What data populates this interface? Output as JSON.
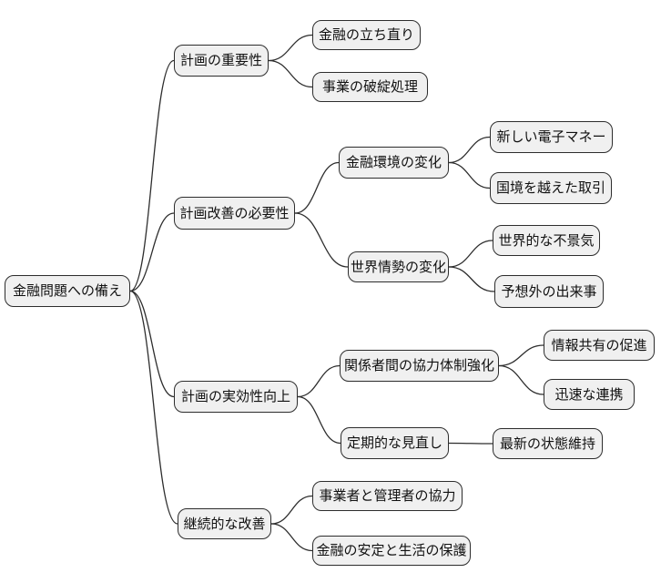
{
  "diagram": {
    "type": "mindmap",
    "orientation": "left-to-right",
    "nodes": {
      "root": {
        "label": "金融問題への備え"
      },
      "b1": {
        "label": "計画の重要性"
      },
      "b1c1": {
        "label": "金融の立ち直り"
      },
      "b1c2": {
        "label": "事業の破綻処理"
      },
      "b2": {
        "label": "計画改善の必要性"
      },
      "b2c1": {
        "label": "金融環境の変化"
      },
      "b2c1g1": {
        "label": "新しい電子マネー"
      },
      "b2c1g2": {
        "label": "国境を越えた取引"
      },
      "b2c2": {
        "label": "世界情勢の変化"
      },
      "b2c2g1": {
        "label": "世界的な不景気"
      },
      "b2c2g2": {
        "label": "予想外の出来事"
      },
      "b3": {
        "label": "計画の実効性向上"
      },
      "b3c1": {
        "label": "関係者間の協力体制強化"
      },
      "b3c1g1": {
        "label": "情報共有の促進"
      },
      "b3c1g2": {
        "label": "迅速な連携"
      },
      "b3c2": {
        "label": "定期的な見直し"
      },
      "b3c2g1": {
        "label": "最新の状態維持"
      },
      "b4": {
        "label": "継続的な改善"
      },
      "b4c1": {
        "label": "事業者と管理者の協力"
      },
      "b4c2": {
        "label": "金融の安定と生活の保護"
      }
    },
    "edges": [
      {
        "from": "root",
        "to": "b1"
      },
      {
        "from": "root",
        "to": "b2"
      },
      {
        "from": "root",
        "to": "b3"
      },
      {
        "from": "root",
        "to": "b4"
      },
      {
        "from": "b1",
        "to": "b1c1"
      },
      {
        "from": "b1",
        "to": "b1c2"
      },
      {
        "from": "b2",
        "to": "b2c1"
      },
      {
        "from": "b2",
        "to": "b2c2"
      },
      {
        "from": "b2c1",
        "to": "b2c1g1"
      },
      {
        "from": "b2c1",
        "to": "b2c1g2"
      },
      {
        "from": "b2c2",
        "to": "b2c2g1"
      },
      {
        "from": "b2c2",
        "to": "b2c2g2"
      },
      {
        "from": "b3",
        "to": "b3c1"
      },
      {
        "from": "b3",
        "to": "b3c2"
      },
      {
        "from": "b3c1",
        "to": "b3c1g1"
      },
      {
        "from": "b3c1",
        "to": "b3c1g2"
      },
      {
        "from": "b3c2",
        "to": "b3c2g1"
      },
      {
        "from": "b4",
        "to": "b4c1"
      },
      {
        "from": "b4",
        "to": "b4c2"
      }
    ]
  },
  "colors": {
    "background": "#ffffff",
    "node_fill": "#f0f0f0",
    "node_border": "#2d2d2d",
    "connector": "#2d2d2d",
    "text": "#111111"
  }
}
